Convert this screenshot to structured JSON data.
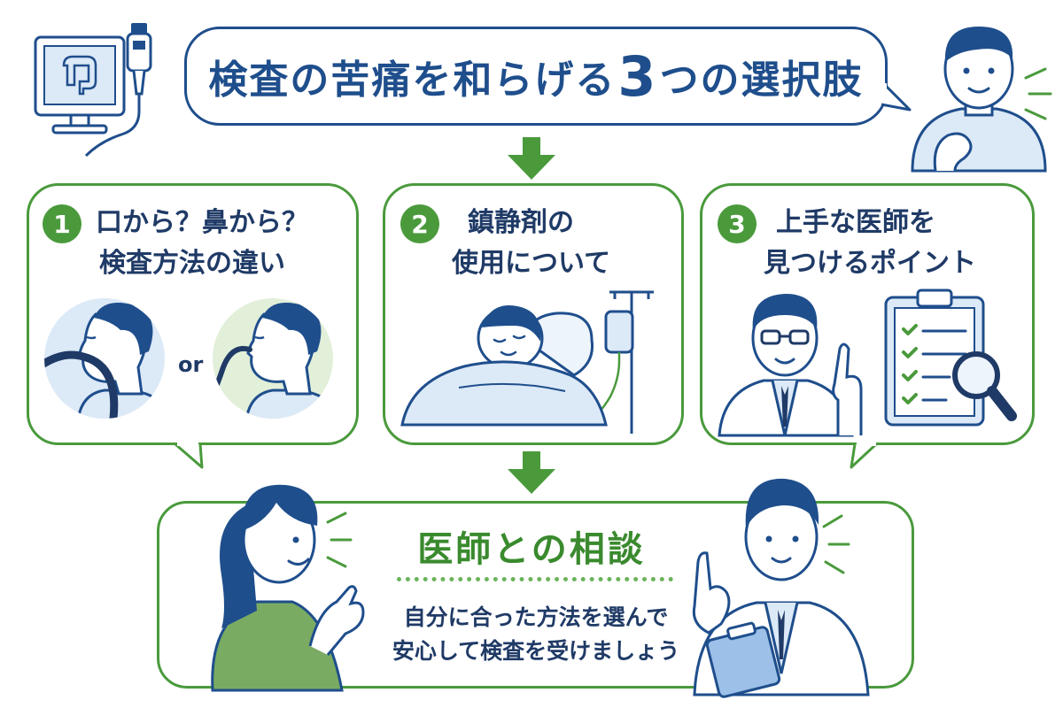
{
  "title": {
    "prefix": "検査の苦痛を和らげる",
    "number": "3",
    "suffix": "つの選択肢"
  },
  "steps": [
    {
      "number": "1",
      "line1": "口から？鼻から？",
      "line2": "検査方法の違い",
      "or_label": "or"
    },
    {
      "number": "2",
      "line1": "鎮静剤の",
      "line2": "使用について"
    },
    {
      "number": "3",
      "line1": "上手な医師を",
      "line2": "見つけるポイント"
    }
  ],
  "consultation": {
    "title": "医師との相談",
    "line1": "自分に合った方法を選んで",
    "line2": "安心して検査を受けましょう"
  },
  "colors": {
    "navy": "#1f4e8c",
    "green": "#4a9a3c",
    "light_blue": "#dce9f7",
    "light_green": "#e2efd9"
  },
  "icons": [
    "endoscopy-monitor-icon",
    "patient-icon",
    "arrow-down-icon",
    "iv-drip-icon",
    "clipboard-checklist-icon",
    "magnifier-icon",
    "doctor-icon",
    "woman-icon"
  ]
}
